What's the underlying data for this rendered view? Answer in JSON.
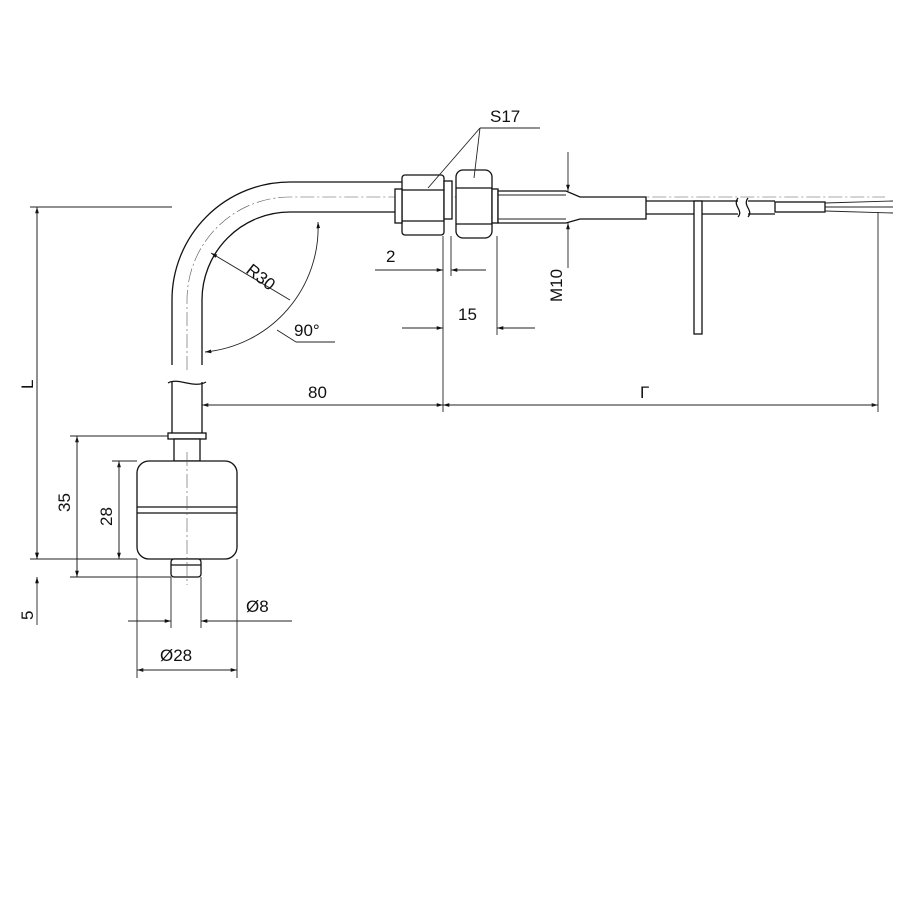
{
  "dimensions": {
    "hex_size": "S17",
    "nut_offset": "2",
    "thread_size": "M10",
    "fitting_length": "15",
    "bend_radius": "R30",
    "bend_angle": "90°",
    "horizontal_length": "80",
    "cable_length": "Г",
    "total_length": "L",
    "float_offset": "35",
    "float_height": "28",
    "bottom_stub": "5",
    "stub_diameter": "Ø8",
    "float_diameter": "Ø28"
  },
  "colors": {
    "line": "#111111",
    "fill": "#ffffff"
  }
}
